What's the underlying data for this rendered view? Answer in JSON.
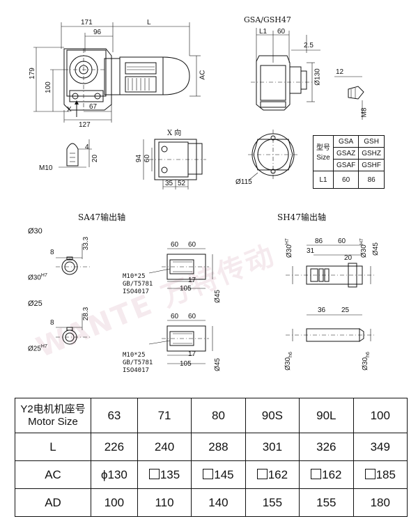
{
  "main_view": {
    "dims": [
      "171",
      "96",
      "L",
      "179",
      "100",
      "AC",
      "67",
      "127"
    ],
    "x_label": "X"
  },
  "end_view": {
    "title": "GSA/GSH47",
    "dims": [
      "L1",
      "60",
      "2.5",
      "Ø130",
      "12",
      "M8"
    ]
  },
  "x_view": {
    "title": "X 向",
    "dims": [
      "94",
      "60",
      "35",
      "52"
    ]
  },
  "key": {
    "dims": [
      "4",
      "20",
      "M10"
    ]
  },
  "flange": {
    "dims": [
      "Ø115"
    ]
  },
  "size_table": {
    "header": "型号",
    "header_en": "Size",
    "col1": [
      "GSA",
      "GSAZ",
      "GSAF"
    ],
    "col2": [
      "GSH",
      "GSHZ",
      "GSHF"
    ],
    "row_label": "L1",
    "values": [
      "60",
      "86"
    ]
  },
  "sa_section": {
    "title": "SA47输出轴",
    "bore30": {
      "label": "Ø30",
      "d8": "8",
      "h": "33.3",
      "fit": "Ø30",
      "fit_sup": "H7"
    },
    "bore25": {
      "label": "Ø25",
      "d8": "8",
      "h": "28.3",
      "fit": "Ø25",
      "fit_sup": "H7"
    },
    "shaft_top": {
      "dims": [
        "60",
        "60",
        "17",
        "105",
        "Ø45"
      ],
      "notes": [
        "M10*25",
        "GB/T5781",
        "ISO4017"
      ]
    },
    "shaft_bot": {
      "dims": [
        "60",
        "60",
        "17",
        "105",
        "Ø45"
      ],
      "notes": [
        "M10*25",
        "GB/T5781",
        "ISO4017"
      ]
    }
  },
  "sh_section": {
    "title": "SH47输出轴",
    "hollow": {
      "dims": [
        "86",
        "60",
        "31",
        "20",
        "Ø30",
        "Ø30",
        "Ø45"
      ],
      "sup": "H7"
    },
    "solid": {
      "dims": [
        "36",
        "25",
        "Ø30",
        "Ø30"
      ],
      "sup": "h6"
    }
  },
  "motor_table": {
    "header": [
      "Y2电机机座号",
      "Motor Size"
    ],
    "sizes": [
      "63",
      "71",
      "80",
      "90S",
      "90L",
      "100"
    ],
    "rows": [
      {
        "label": "L",
        "values": [
          "226",
          "240",
          "288",
          "301",
          "326",
          "349"
        ]
      },
      {
        "label": "AC",
        "values": [
          "ϕ130",
          "135",
          "145",
          "162",
          "162",
          "185"
        ]
      },
      {
        "label": "AD",
        "values": [
          "100",
          "110",
          "140",
          "155",
          "155",
          "180"
        ]
      }
    ]
  },
  "watermark": "WANTE 万特传动"
}
